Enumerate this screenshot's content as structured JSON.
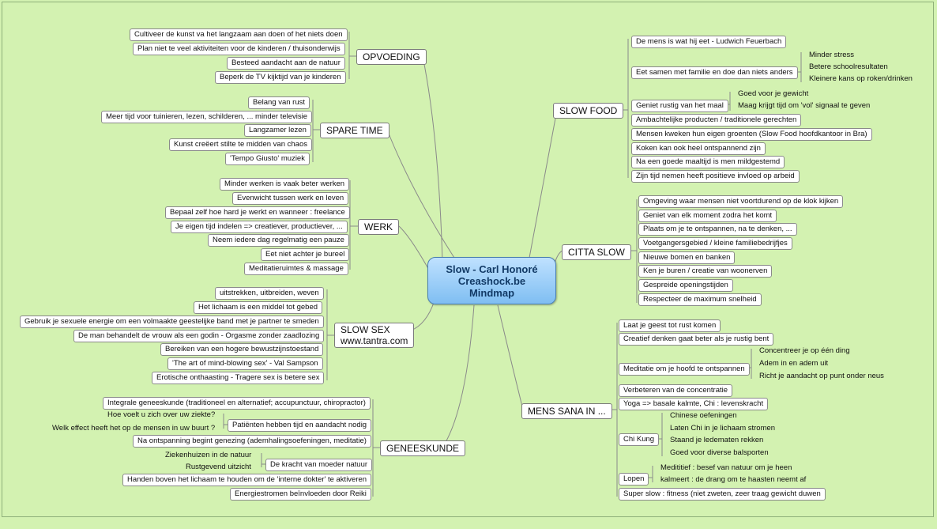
{
  "title": {
    "line1": "Slow - Carl Honoré",
    "line2": "Creashock.be",
    "line3": "Mindmap"
  },
  "branches": {
    "opvoeding": {
      "label": "OPVOEDING",
      "items": [
        "Cultiveer de kunst va het langzaam aan doen of het niets doen",
        "Plan niet te veel aktiviteiten voor de kinderen / thuisonderwijs",
        "Besteed aandacht aan de natuur",
        "Beperk de TV kijktijd van je kinderen"
      ]
    },
    "spare_time": {
      "label": "SPARE TIME",
      "items": [
        "Belang van rust",
        "Meer tijd voor tuinieren, lezen, schilderen, ... minder televisie",
        "Langzamer lezen",
        "Kunst creëert stilte te midden van chaos",
        "'Tempo Giusto' muziek"
      ]
    },
    "werk": {
      "label": "WERK",
      "items": [
        "Minder werken is vaak beter werken",
        "Evenwicht tussen werk en leven",
        "Bepaal zelf hoe hard je werkt en wanneer : freelance",
        "Je eigen tijd indelen => creatiever, productiever, ...",
        "Neem iedere dag regelmatig een pauze",
        "Eet niet achter je bureel",
        "Meditatieruimtes & massage"
      ]
    },
    "slow_sex": {
      "label_line1": "SLOW SEX",
      "label_line2": "www.tantra.com",
      "items": [
        "uitstrekken, uitbreiden, weven",
        "Het lichaam is een middel tot gebed",
        "Gebruik je sexuele energie om een volmaakte geestelijke band met je partner te smeden",
        "De man behandelt de vrouw als een godin - Orgasme zonder zaadlozing",
        "Bereiken van een hogere bewustzijnstoestand",
        "'The art of mind-blowing sex' - Val Sampson",
        "Erotische onthaasting - Tragere sex is betere sex"
      ]
    },
    "geneeskunde": {
      "label": "GENEESKUNDE",
      "items": [
        "Integrale geneeskunde (traditioneel en alternatief; accupunctuur, chiropractor)",
        "Patiënten hebben tijd en aandacht nodig",
        "Na ontspanning begint genezing (ademhalingsoefeningen, meditatie)",
        "De kracht van moeder natuur",
        "Handen boven het lichaam te houden om de 'interne dokter' te aktiveren",
        "Energiestromen beïnvloeden door Reiki"
      ],
      "patienten_sub": [
        "Hoe voelt u zich over uw ziekte?",
        "Welk effect heeft het op de mensen in uw buurt ?"
      ],
      "natuur_sub": [
        "Ziekenhuizen in de natuur",
        "Rustgevend uitzicht"
      ]
    },
    "slow_food": {
      "label": "SLOW FOOD",
      "items": [
        "De mens is wat hij eet - Ludwich Feuerbach",
        "Eet samen met familie en doe dan niets anders",
        "Geniet rustig van het maal",
        "Ambachtelijke producten / traditionele gerechten",
        "Mensen kweken hun eigen groenten (Slow Food hoofdkantoor in Bra)",
        "Koken kan ook heel ontspannend zijn",
        "Na een goede maaltijd is men mildgestemd",
        "Zijn tijd nemen heeft positieve invloed op arbeid"
      ],
      "familie_sub": [
        "Minder stress",
        "Betere schoolresultaten",
        "Kleinere kans op roken/drinken"
      ],
      "maal_sub": [
        "Goed voor je gewicht",
        "Maag krijgt tijd om 'vol' signaal te geven"
      ]
    },
    "citta_slow": {
      "label": "CITTA SLOW",
      "items": [
        "Omgeving waar mensen niet voortdurend op de klok kijken",
        "Geniet van elk moment zodra het komt",
        "Plaats om je te ontspannen, na te denken, ...",
        "Voetgangersgebied / kleine familiebedrijfjes",
        "Nieuwe bomen en banken",
        "Ken je buren / creatie van woonerven",
        "Gespreide openingstijden",
        "Respecteer de maximum snelheid"
      ]
    },
    "mens_sana": {
      "label": "MENS SANA IN ...",
      "items": [
        "Laat je geest tot rust komen",
        "Creatief denken gaat beter als je rustig bent",
        "Meditatie om je hoofd te ontspannen",
        "Verbeteren van de concentratie",
        "Yoga => basale kalmte, Chi : levenskracht",
        "Chi Kung",
        "Lopen",
        "Super slow : fitness (niet zweten, zeer traag gewicht duwen"
      ],
      "meditatie_sub": [
        "Concentreer je op één ding",
        "Adem in en adem uit",
        "Richt je aandacht op punt onder neus"
      ],
      "chikung_sub": [
        "Chinese oefeningen",
        "Laten Chi in je lichaam stromen",
        "Staand je ledematen rekken",
        "Goed voor diverse balsporten"
      ],
      "lopen_sub": [
        "Medititief : besef van natuur om je heen",
        "kalmeert : de drang om te haasten neemt af"
      ]
    }
  }
}
